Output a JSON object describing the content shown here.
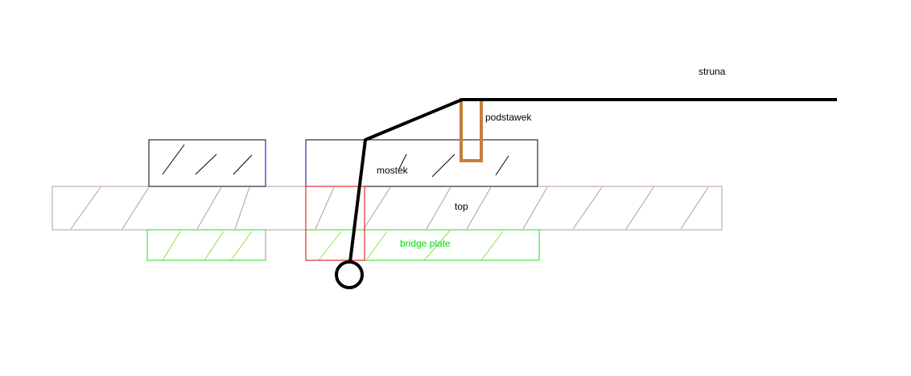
{
  "labels": {
    "string": "struna",
    "saddle": "podstawek",
    "bridge": "mostek",
    "top": "top",
    "bridge_plate": "bridge plate"
  },
  "colors": {
    "string": "#000000",
    "saddle": "#c47f3a",
    "top_outline": "#b89a9a",
    "bridge_plate": "#22dd22",
    "pin_hole": "#dd0000",
    "edge_blue": "#0000aa",
    "bridge_plate_label": "#00dd00"
  }
}
